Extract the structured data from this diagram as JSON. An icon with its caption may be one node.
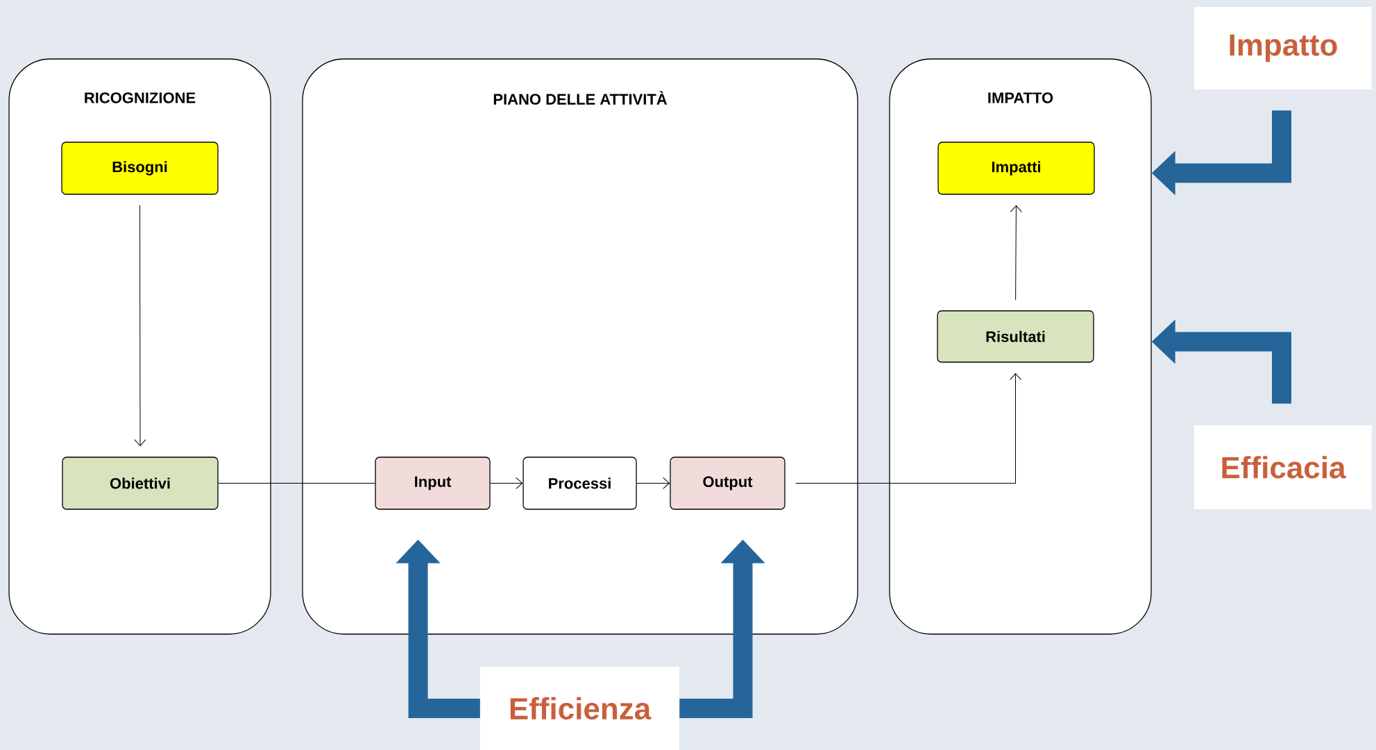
{
  "diagram": {
    "nodes": [
      {
        "text": [
          "RICOGNIZIONE"
        ]
      },
      {
        "text": [
          "Bisogni"
        ],
        "in": 0
      },
      {
        "text": [
          "Obiettivi"
        ],
        "in": 0
      },
      {
        "text": [
          "PIANO DELLE ATTIVITÀ"
        ]
      },
      {
        "text": [
          "Input"
        ],
        "in": 3
      },
      {
        "text": [
          "Processi"
        ],
        "in": 3
      },
      {
        "text": [
          "Output"
        ],
        "in": 3
      },
      {
        "text": [
          "IMPATTO"
        ]
      },
      {
        "text": [
          "Impatti"
        ],
        "in": 7
      },
      {
        "text": [
          "Risultati"
        ],
        "in": 7
      },
      {
        "text": [
          "Impatto"
        ]
      },
      {
        "text": [
          "Efficacia"
        ]
      },
      {
        "text": [
          "Efficienza"
        ]
      }
    ],
    "edges": [
      {
        "from": 1,
        "to": 2,
        "arrow": "to"
      },
      {
        "from": 2,
        "to": 4,
        "arrow": "none"
      },
      {
        "from": 4,
        "to": 5,
        "arrow": "to"
      },
      {
        "from": 5,
        "to": 6,
        "arrow": "to"
      },
      {
        "from": 6,
        "to": 9,
        "arrow": "to"
      },
      {
        "from": 9,
        "to": 8,
        "arrow": "to"
      },
      {
        "from": 10,
        "to": 7,
        "arrow": "to",
        "style": "thick",
        "color": "#25659a"
      },
      {
        "from": 11,
        "to": 7,
        "arrow": "to",
        "style": "thick",
        "color": "#25659a"
      },
      {
        "from": 12,
        "to": 4,
        "arrow": "to",
        "style": "thick",
        "color": "#25659a"
      },
      {
        "from": 12,
        "to": 6,
        "arrow": "to",
        "style": "thick",
        "color": "#25659a"
      }
    ]
  }
}
